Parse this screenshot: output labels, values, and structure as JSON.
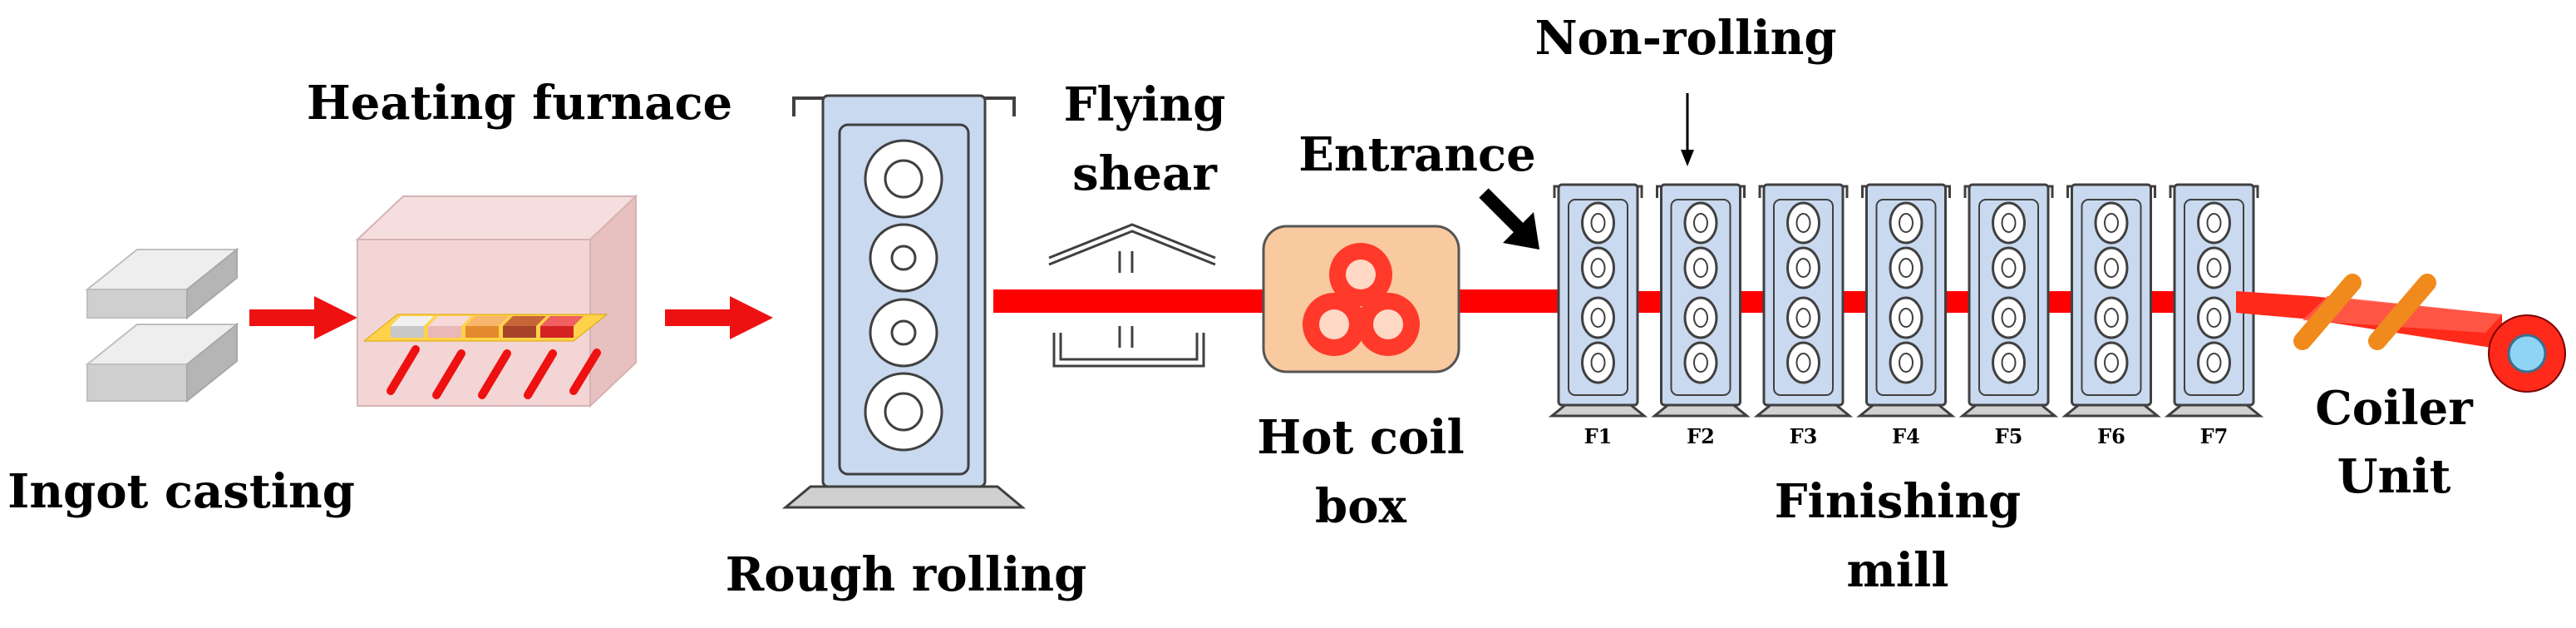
{
  "labels": {
    "ingot_casting": "Ingot casting",
    "heating_furnace": "Heating furnace",
    "rough_rolling": "Rough rolling",
    "flying_shear_1": "Flying",
    "flying_shear_2": "shear",
    "entrance": "Entrance",
    "non_rolling": "Non-rolling",
    "hot_coil_box_1": "Hot coil",
    "hot_coil_box_2": "box",
    "finishing_mill_1": "Finishing",
    "finishing_mill_2": "mill",
    "coiler_unit_1": "Coiler",
    "coiler_unit_2": "Unit"
  },
  "stands": [
    "F1",
    "F2",
    "F3",
    "F4",
    "F5",
    "F6",
    "F7"
  ],
  "colors": {
    "strip": "#ff0000",
    "arrow": "#ee1111",
    "stand_fill": "#c9d9ef",
    "stand_stroke": "#404040",
    "coil_box_fill": "#f9c9a0",
    "roller_orange": "#f08a1c",
    "slab_gray": "#d8d8d8"
  },
  "icons": [
    "slab-stack-icon",
    "furnace-icon",
    "rough-mill-icon",
    "shear-icon",
    "coil-box-icon",
    "mill-stand-icon",
    "coiler-icon"
  ]
}
